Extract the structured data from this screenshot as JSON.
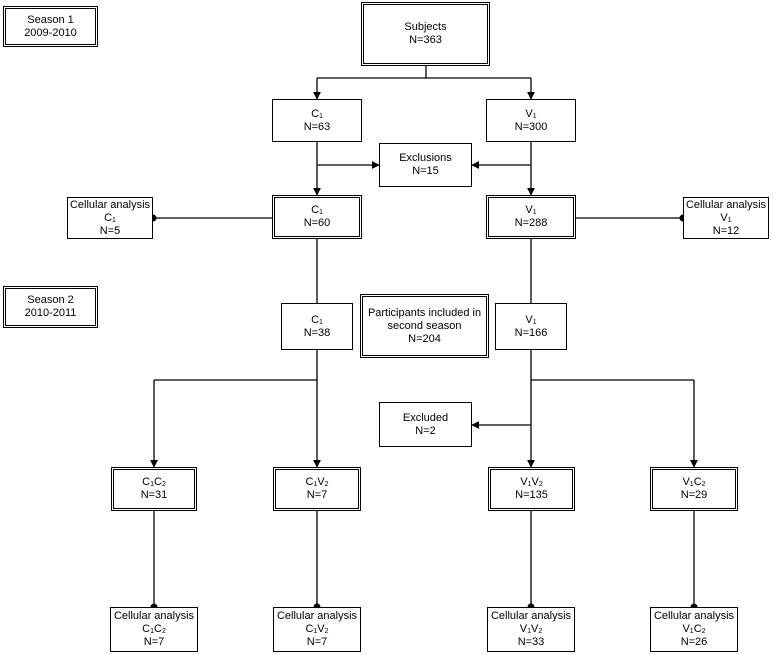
{
  "seasons": [
    {
      "id": "season1",
      "line1": "Season 1",
      "line2": "2009-2010"
    },
    {
      "id": "season2",
      "line1": "Season 2",
      "line2": "2010-2011"
    }
  ],
  "nodes": {
    "subjects": {
      "label": "Subjects",
      "n": "N=363"
    },
    "c1_initial": {
      "letter": "C",
      "sub": "1",
      "n": "N=63"
    },
    "v1_initial": {
      "letter": "V",
      "sub": "1",
      "n": "N=300"
    },
    "exclusions": {
      "label": "Exclusions",
      "n": "N=15"
    },
    "c1_kept": {
      "letter": "C",
      "sub": "1",
      "n": "N=60"
    },
    "v1_kept": {
      "letter": "V",
      "sub": "1",
      "n": "N=288"
    },
    "cell_c1": {
      "label": "Cellular analysis",
      "letter": "C",
      "sub": "1",
      "n": "N=5"
    },
    "cell_v1": {
      "label": "Cellular analysis",
      "letter": "V",
      "sub": "1",
      "n": "N=12"
    },
    "c1_s2": {
      "letter": "C",
      "sub": "1",
      "n": "N=38"
    },
    "participants": {
      "line1": "Participants included in",
      "line2": "second season",
      "n": "N=204"
    },
    "v1_s2": {
      "letter": "V",
      "sub": "1",
      "n": "N=166"
    },
    "excluded": {
      "label": "Excluded",
      "n": "N=2"
    },
    "c1c2": {
      "l1": "C",
      "s1": "1",
      "l2": "C",
      "s2": "2",
      "n": "N=31"
    },
    "c1v2": {
      "l1": "C",
      "s1": "1",
      "l2": "V",
      "s2": "2",
      "n": "N=7"
    },
    "v1v2": {
      "l1": "V",
      "s1": "1",
      "l2": "V",
      "s2": "2",
      "n": "N=135"
    },
    "v1c2": {
      "l1": "V",
      "s1": "1",
      "l2": "C",
      "s2": "2",
      "n": "N=29"
    },
    "cell_c1c2": {
      "label": "Cellular analysis",
      "l1": "C",
      "s1": "1",
      "l2": "C",
      "s2": "2",
      "n": "N=7"
    },
    "cell_c1v2": {
      "label": "Cellular analysis",
      "l1": "C",
      "s1": "1",
      "l2": "V",
      "s2": "2",
      "n": "N=7"
    },
    "cell_v1v2": {
      "label": "Cellular analysis",
      "l1": "V",
      "s1": "1",
      "l2": "V",
      "s2": "2",
      "n": "N=33"
    },
    "cell_v1c2": {
      "label": "Cellular analysis",
      "l1": "V",
      "s1": "1",
      "l2": "C",
      "s2": "2",
      "n": "N=26"
    }
  }
}
